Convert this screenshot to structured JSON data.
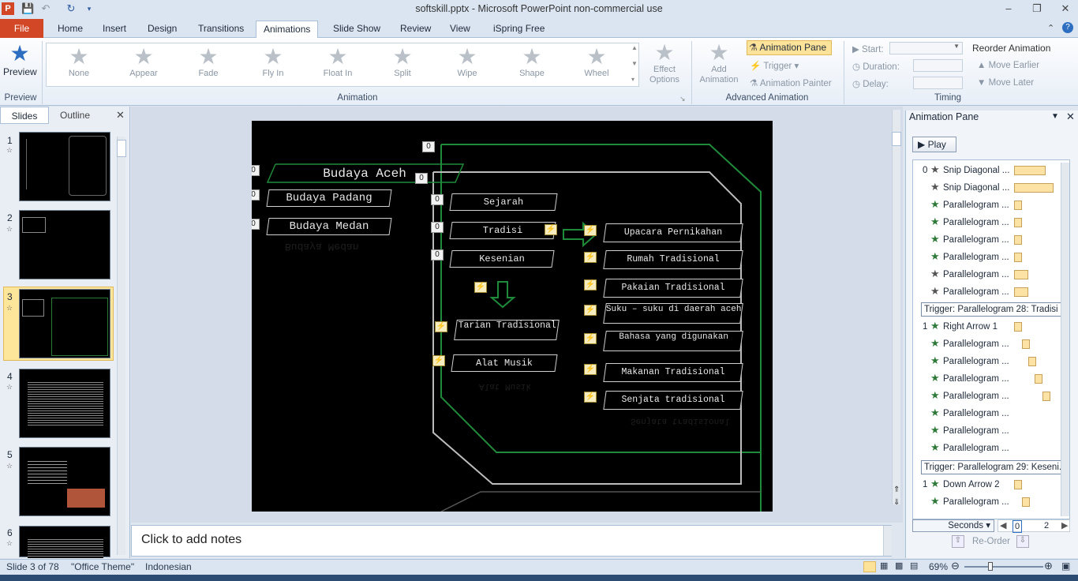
{
  "window": {
    "title": "softskill.pptx - Microsoft PowerPoint non-commercial use"
  },
  "tabs": [
    "File",
    "Home",
    "Insert",
    "Design",
    "Transitions",
    "Animations",
    "Slide Show",
    "Review",
    "View",
    "iSpring Free"
  ],
  "ribbon": {
    "preview_label": "Preview",
    "preview_group": "Preview",
    "animations": [
      "None",
      "Appear",
      "Fade",
      "Fly In",
      "Float In",
      "Split",
      "Wipe",
      "Shape",
      "Wheel"
    ],
    "effect_options": "Effect Options",
    "animation_group": "Animation",
    "add_animation": "Add Animation",
    "animation_pane_btn": "Animation Pane",
    "trigger": "Trigger",
    "animation_painter": "Animation Painter",
    "advanced_group": "Advanced Animation",
    "start": "Start:",
    "duration": "Duration:",
    "delay": "Delay:",
    "timing_group": "Timing",
    "reorder": "Reorder Animation",
    "move_earlier": "Move Earlier",
    "move_later": "Move Later"
  },
  "left_tabs": {
    "slides": "Slides",
    "outline": "Outline"
  },
  "slide_numbers": [
    "1",
    "2",
    "3",
    "4",
    "5",
    "6"
  ],
  "slide": {
    "left_items": [
      "Budaya Aceh",
      "Budaya Padang",
      "Budaya Medan"
    ],
    "mid_items": [
      "Sejarah",
      "Tradisi",
      "Kesenian"
    ],
    "kes_items": [
      "Tarian Tradisional",
      "Alat Musik"
    ],
    "right_items": [
      "Upacara Pernikahan",
      "Rumah Tradisional",
      "Pakaian Tradisional",
      "Suku – suku di daerah aceh",
      "Bahasa yang digunakan",
      "Makanan Tradisional",
      "Senjata tradisional"
    ],
    "tag0": "0"
  },
  "notes": {
    "placeholder": "Click to add notes"
  },
  "status": {
    "slide": "Slide 3 of 78",
    "theme": "\"Office Theme\"",
    "language": "Indonesian",
    "zoom": "69%"
  },
  "pane": {
    "title": "Animation Pane",
    "play": "Play",
    "list1": [
      {
        "num": "0",
        "name": "Snip Diagonal ..."
      },
      {
        "num": "",
        "name": "Snip Diagonal ..."
      },
      {
        "num": "",
        "name": "Parallelogram ..."
      },
      {
        "num": "",
        "name": "Parallelogram ..."
      },
      {
        "num": "",
        "name": "Parallelogram ..."
      },
      {
        "num": "",
        "name": "Parallelogram ..."
      },
      {
        "num": "",
        "name": "Parallelogram ..."
      },
      {
        "num": "",
        "name": "Parallelogram ..."
      }
    ],
    "trigger1": "Trigger: Parallelogram 28: Tradisi",
    "list2": [
      {
        "num": "1",
        "name": "Right Arrow 1"
      },
      {
        "num": "",
        "name": "Parallelogram ..."
      },
      {
        "num": "",
        "name": "Parallelogram ..."
      },
      {
        "num": "",
        "name": "Parallelogram ..."
      },
      {
        "num": "",
        "name": "Parallelogram ..."
      },
      {
        "num": "",
        "name": "Parallelogram ..."
      },
      {
        "num": "",
        "name": "Parallelogram ..."
      },
      {
        "num": "",
        "name": "Parallelogram ..."
      }
    ],
    "trigger2": "Trigger: Parallelogram 29: Keseni...",
    "list3": [
      {
        "num": "1",
        "name": "Down Arrow 2"
      },
      {
        "num": "",
        "name": "Parallelogram ..."
      }
    ],
    "seconds": "Seconds",
    "sec0": "0",
    "sec2": "2",
    "reorder": "Re-Order"
  }
}
